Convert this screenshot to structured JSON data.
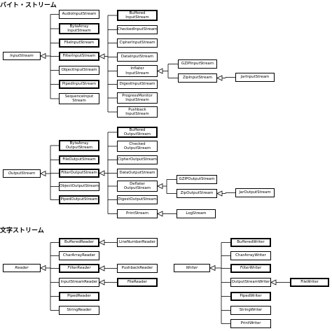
{
  "headings": {
    "byte_streams": "バイト・ストリーム",
    "char_streams": "文字ストリーム"
  },
  "classes": {
    "InputStream": "InputStream",
    "AudioInputStream": "AudioInputStream",
    "ByteArrayInputStream": "ByteArray\nInputStream",
    "FileInputStream": "FileInputStream",
    "FilterInputStream": "FilterInputStream",
    "ObjectInputStream": "ObjectInputStream",
    "PipedInputStream": "PipedInputStream",
    "SequenceInputStream": "SequenceInput\nStream",
    "BufferedInputStream": "Buffered\nInputStream",
    "CheckedInputStream": "CheckedInputStream",
    "CipherInputStream": "CipherInputStream",
    "DataInputStream": "DataInputStream",
    "InflaterInputStream": "Inflater\nInputStream",
    "DigestInputStream": "DigestInputStream",
    "ProgressMonitorInputStream": "ProgressMonitor\nInputStream",
    "PushbackInputStream": "Pushback\nInputStream",
    "GZIPInputStream": "GZIPInputStream",
    "ZipInputStream": "ZipInputStream",
    "JarInputStream": "JarInputStream",
    "OutputStream": "OutputStream",
    "ByteArrayOutputStream": "ByteArray\nOutputStream",
    "FileOutputStream": "FileOutputStream",
    "FilterOutputStream": "FilterOutputStream",
    "ObjectOutputStream": "ObjectOutputStream",
    "PipedOutputStream": "PipedOutputStream",
    "BufferedOutputStream": "Buffered\nOutputStream",
    "CheckedOutputStream": "Checked\nOutputStream",
    "CipherOutputStream": "CipherOutputStream",
    "DataOutputStream": "DataOutputStream",
    "DeflaterOutputStream": "Deflater\nOutputStream",
    "DigestOutputStream": "DigestOutputStream",
    "PrintStream": "PrintStream",
    "GZIPOutputStream": "GZIPOutputStream",
    "ZipOutputStream": "ZipOutputStream",
    "JarOutputStream": "JarOutputStream",
    "LogStream": "LogStream",
    "Reader": "Reader",
    "BufferedReader": "BufferedReader",
    "CharArrayReader": "CharArrayReader",
    "FilterReader": "FilterReader",
    "InputStreamReader": "InputStreamReader",
    "PipedReader": "PipedReader",
    "StringReader": "StringReader",
    "LineNumberReader": "LineNumberReader",
    "PushbackReader": "PushbackReader",
    "FileReader": "FileReader",
    "Writer": "Writer",
    "BufferedWriter": "BufferedWriter",
    "CharArrayWriter": "CharArrayWriter",
    "FilterWriter": "FilterWriter",
    "OutputStreamWriter": "OutputStreamWriter",
    "PipedWriter": "PipedWriter",
    "StringWriter": "StringWriter",
    "PrintWriter": "PrintWriter",
    "FileWriter": "FileWriter"
  }
}
